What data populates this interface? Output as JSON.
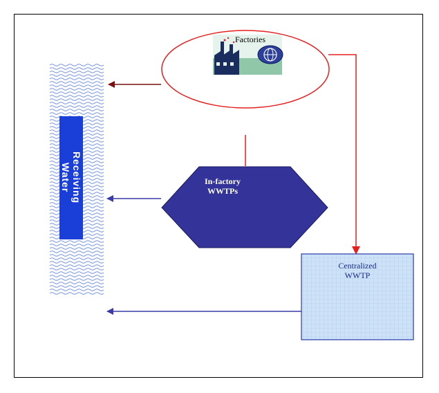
{
  "nodes": {
    "factories": {
      "label": "Factories"
    },
    "in_factory_wwtps": {
      "label": "In-factory\nWWTPs"
    },
    "centralized_wwtp": {
      "label": "Centralized\nWWTP"
    },
    "receiving_water": {
      "label": "Receiving\nWater"
    }
  },
  "colors": {
    "factories_ellipse": "#e52020",
    "factory_to_central_arrow": "#e52020",
    "factory_to_water_arrow": "#7a1010",
    "hexagon_fill": "#333399",
    "wwtp_to_water_arrow": "#3a3aa8",
    "central_fill": "#cde2f7",
    "central_border": "#2a3aa8",
    "water_wave": "#6f8fe0",
    "water_band": "#1a3fd8"
  }
}
